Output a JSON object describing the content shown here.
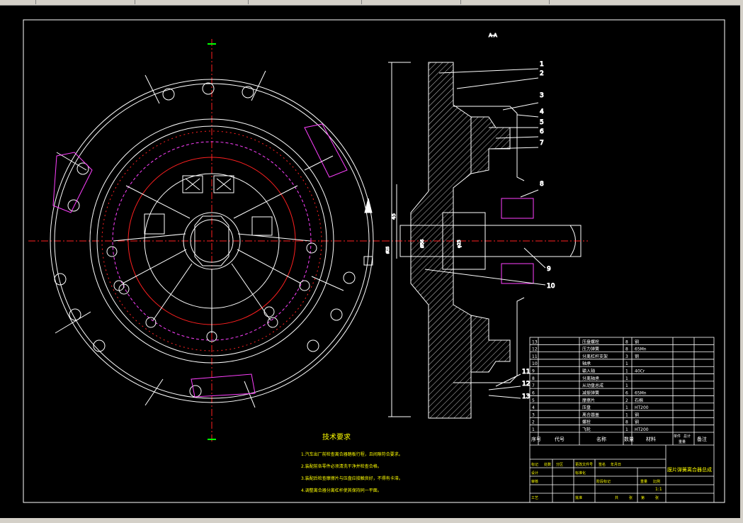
{
  "section_label": "A-A",
  "part_numbers": [
    "1",
    "2",
    "3",
    "4",
    "5",
    "6",
    "7",
    "8",
    "9",
    "10",
    "11",
    "12",
    "13"
  ],
  "dimensions": {
    "d1": "45",
    "d2": "Ø56",
    "d3": "φ23",
    "d4": "Ø25"
  },
  "tech_req": {
    "title": "技术要求",
    "items": [
      "1.汽车出厂前检查离合器踏板行程，且间隙符合要求。",
      "2.装配前各零件必须清洗干净并检查合格。",
      "3.装配后检查摩擦片与压盘应接触良好，不得有卡滞。",
      "4.调整离合器分离杠杆使其保持同一平面。"
    ]
  },
  "bom": {
    "rows": [
      {
        "no": "13",
        "name": "压盘螺栓",
        "qty": "8",
        "mat": "钢"
      },
      {
        "no": "12",
        "name": "压力弹簧",
        "qty": "8",
        "mat": "65Mn"
      },
      {
        "no": "11",
        "name": "分离杠杆支架",
        "qty": "3",
        "mat": "钢"
      },
      {
        "no": "10",
        "name": "轴承",
        "qty": "1",
        "mat": ""
      },
      {
        "no": "9",
        "name": "输入轴",
        "qty": "1",
        "mat": "40Cr"
      },
      {
        "no": "8",
        "name": "分离轴承",
        "qty": "1",
        "mat": ""
      },
      {
        "no": "7",
        "name": "从动盘总成",
        "qty": "1",
        "mat": ""
      },
      {
        "no": "6",
        "name": "减振弹簧",
        "qty": "6",
        "mat": "65Mn"
      },
      {
        "no": "5",
        "name": "摩擦片",
        "qty": "2",
        "mat": "石棉"
      },
      {
        "no": "4",
        "name": "压盘",
        "qty": "1",
        "mat": "HT200"
      },
      {
        "no": "3",
        "name": "离合器盖",
        "qty": "1",
        "mat": "钢"
      },
      {
        "no": "2",
        "name": "螺栓",
        "qty": "8",
        "mat": "钢"
      },
      {
        "no": "1",
        "name": "飞轮",
        "qty": "1",
        "mat": "HT200"
      }
    ],
    "header": {
      "no": "序号",
      "code": "代号",
      "name": "名称",
      "qty": "数量",
      "mat": "材料",
      "unit": "单件",
      "total": "总计",
      "weight": "重量",
      "remark": "备注"
    },
    "title_block": {
      "drawing_title": "膜片弹簧离合器总成",
      "labels": [
        "标记",
        "处数",
        "分区",
        "更改文件号",
        "签名",
        "年月日",
        "设计",
        "标准化",
        "审核",
        "工艺",
        "批准",
        "阶段标记",
        "重量",
        "比例",
        "共",
        "张",
        "第",
        "张"
      ],
      "scale": "1:1"
    }
  },
  "colors": {
    "white": "#ffffff",
    "red": "#ff2020",
    "magenta": "#ff40ff",
    "green": "#00ff00",
    "yellow": "#ffff00",
    "cyan": "#00ffff"
  }
}
